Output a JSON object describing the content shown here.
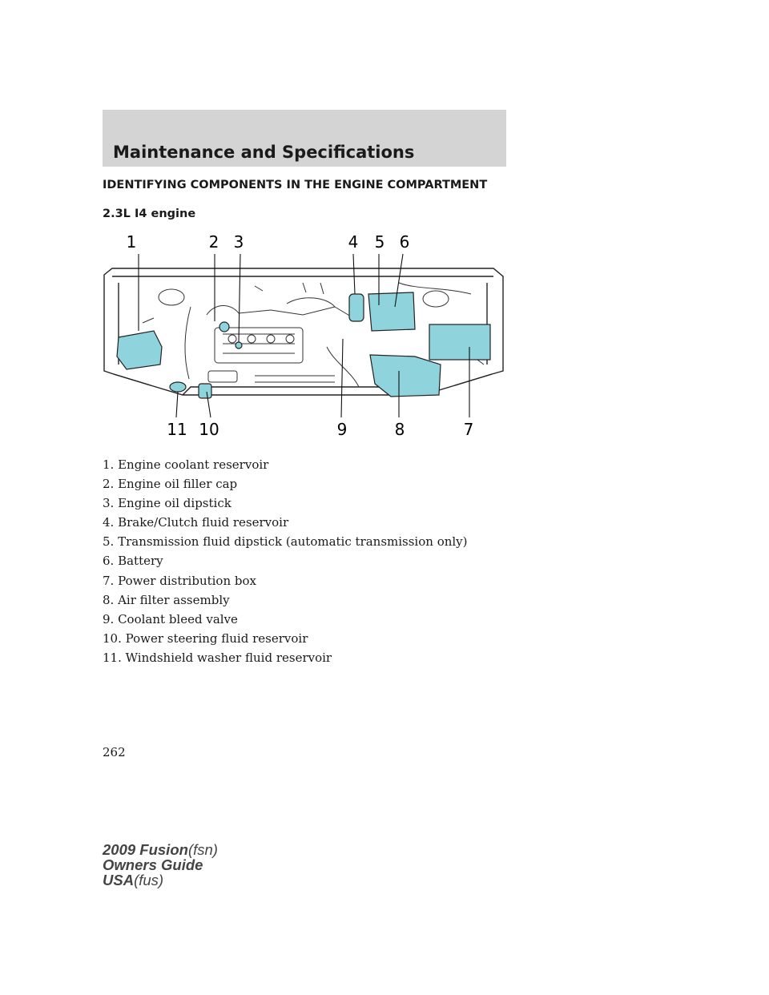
{
  "header": {
    "title": "Maintenance and Specifications"
  },
  "section_title": "IDENTIFYING COMPONENTS IN THE ENGINE COMPARTMENT",
  "engine_title": "2.3L I4 engine",
  "diagram": {
    "callout_numbers": [
      "1",
      "2",
      "3",
      "4",
      "5",
      "6",
      "7",
      "8",
      "9",
      "10",
      "11"
    ],
    "highlight_color": "#8fd3dc"
  },
  "legend": [
    "1. Engine coolant reservoir",
    "2. Engine oil filler cap",
    "3. Engine oil dipstick",
    "4. Brake/Clutch fluid reservoir",
    "5. Transmission fluid dipstick (automatic transmission only)",
    "6. Battery",
    "7. Power distribution box",
    "8. Air filter assembly",
    "9. Coolant bleed valve",
    "10. Power steering fluid reservoir",
    "11. Windshield washer fluid reservoir"
  ],
  "page_number": "262",
  "footer": {
    "line1_bold": "2009 Fusion",
    "line1_code": "(fsn)",
    "line2_bold": "Owners Guide",
    "line3_bold": "USA",
    "line3_code": "(fus)"
  }
}
